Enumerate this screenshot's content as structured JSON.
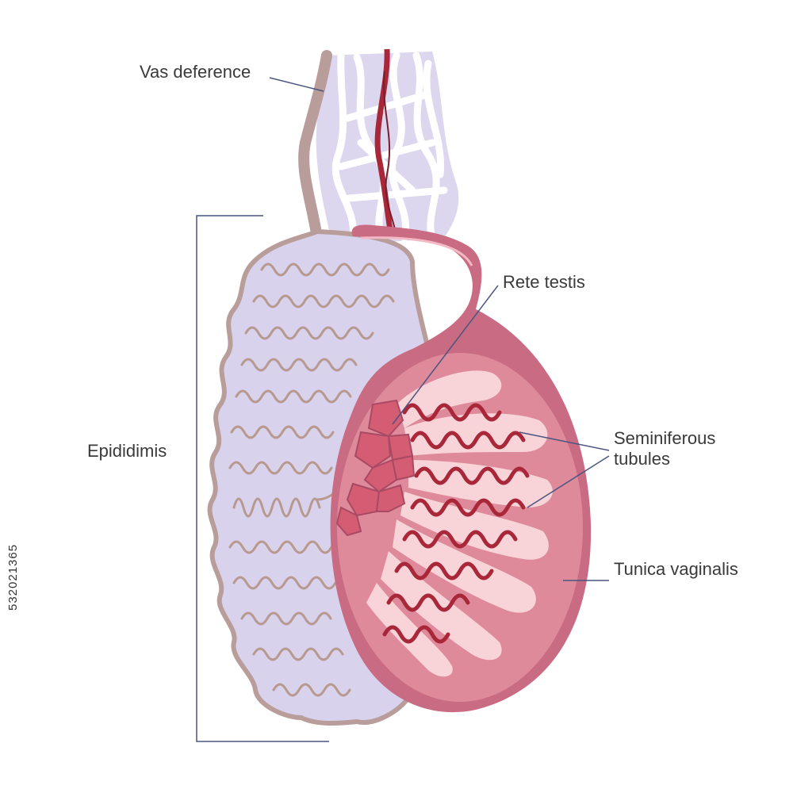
{
  "labels": {
    "vas_deference": "Vas deference",
    "rete_testis": "Rete testis",
    "seminiferous_line1": "Seminiferous",
    "seminiferous_line2": "tubules",
    "tunica_vaginalis": "Tunica vaginalis",
    "epididimis": "Epididimis"
  },
  "stock_id": "532021365",
  "colors": {
    "epididymis_fill": "#d9d2ec",
    "epididymis_edge": "#b89d9a",
    "coil_stroke": "#b8998f",
    "tunica": "#c96b82",
    "tunica_dark": "#a94a64",
    "testis_fill": "#de8a9b",
    "lobule_fill": "#f8d3d8",
    "tubule_stroke": "#a8283a",
    "rete_fill": "#d45d73",
    "artery": "#a8283a",
    "cord_white": "#ffffff",
    "leader_line": "#4a5580"
  }
}
